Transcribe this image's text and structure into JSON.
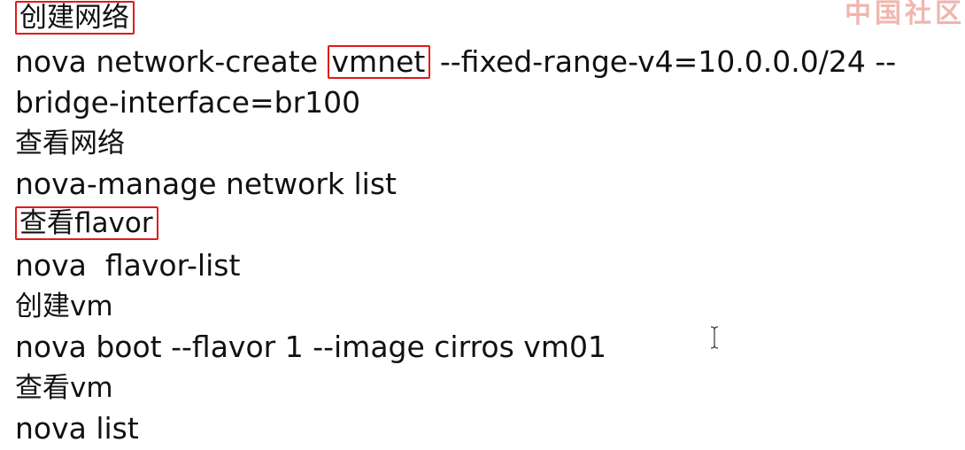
{
  "watermark": "中国社区",
  "lines": [
    {
      "text": "创建网络",
      "highlighted": true
    },
    {
      "pre": "nova network-create ",
      "highlight": "vmnet",
      "post": " --fixed-range-v4=10.0.0.0/24 --"
    },
    {
      "text": "bridge-interface=br100"
    },
    {
      "text": "查看网络"
    },
    {
      "text": "nova-manage network list"
    },
    {
      "text": "查看flavor",
      "highlighted": true
    },
    {
      "text": "nova  flavor-list"
    },
    {
      "text": "创建vm"
    },
    {
      "text": "nova boot --flavor 1 --image cirros vm01"
    },
    {
      "text": "查看vm"
    },
    {
      "text": "nova list"
    }
  ],
  "colors": {
    "highlight_border": "#e01b1b",
    "text": "#111111",
    "background": "#ffffff"
  }
}
